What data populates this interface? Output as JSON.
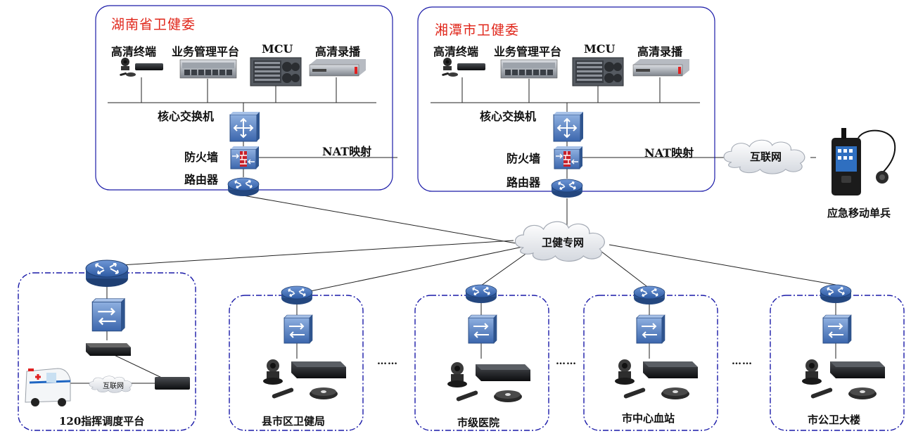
{
  "provincial": {
    "title": "湖南省卫健委",
    "devices": [
      "高清终端",
      "业务管理平台",
      "MCU",
      "高清录播"
    ],
    "core_switch": "核心交换机",
    "firewall": "防火墙",
    "router": "路由器",
    "nat": "NAT映射"
  },
  "city": {
    "title": "湘潭市卫健委",
    "devices": [
      "高清终端",
      "业务管理平台",
      "MCU",
      "高清录播"
    ],
    "core_switch": "核心交换机",
    "firewall": "防火墙",
    "router": "路由器",
    "nat": "NAT映射"
  },
  "internet": "互联网",
  "mobile_unit": "应急移动单兵",
  "health_network": "卫健专网",
  "sites": [
    {
      "label": "120指挥调度平台",
      "internet": "互联网"
    },
    {
      "label": "县市区卫健局"
    },
    {
      "label": "市级医院"
    },
    {
      "label": "市中心血站"
    },
    {
      "label": "市公卫大楼"
    }
  ],
  "ellipsis": "……",
  "colors": {
    "title_red": "#e0261a",
    "frame_blue": "#1a1aa8",
    "device_blue": "#4a73b8"
  }
}
